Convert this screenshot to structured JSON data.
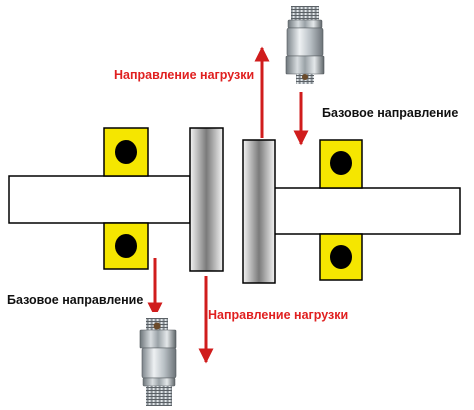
{
  "labels": {
    "load_direction_top": "Направление нагрузки",
    "base_direction_top": "Базовое направление",
    "base_direction_bottom": "Базовое направление",
    "load_direction_bottom": "Направление нагрузки"
  },
  "colors": {
    "load_label": "#e02020",
    "base_label": "#111111",
    "arrow": "#d01c1c",
    "mount_block": "#f5e600",
    "mount_hole": "#000000",
    "shaft": "#ffffff",
    "outline": "#000000"
  },
  "icons": {
    "sensor": "accelerometer-sensor-icon",
    "arrow": "arrow-icon"
  }
}
